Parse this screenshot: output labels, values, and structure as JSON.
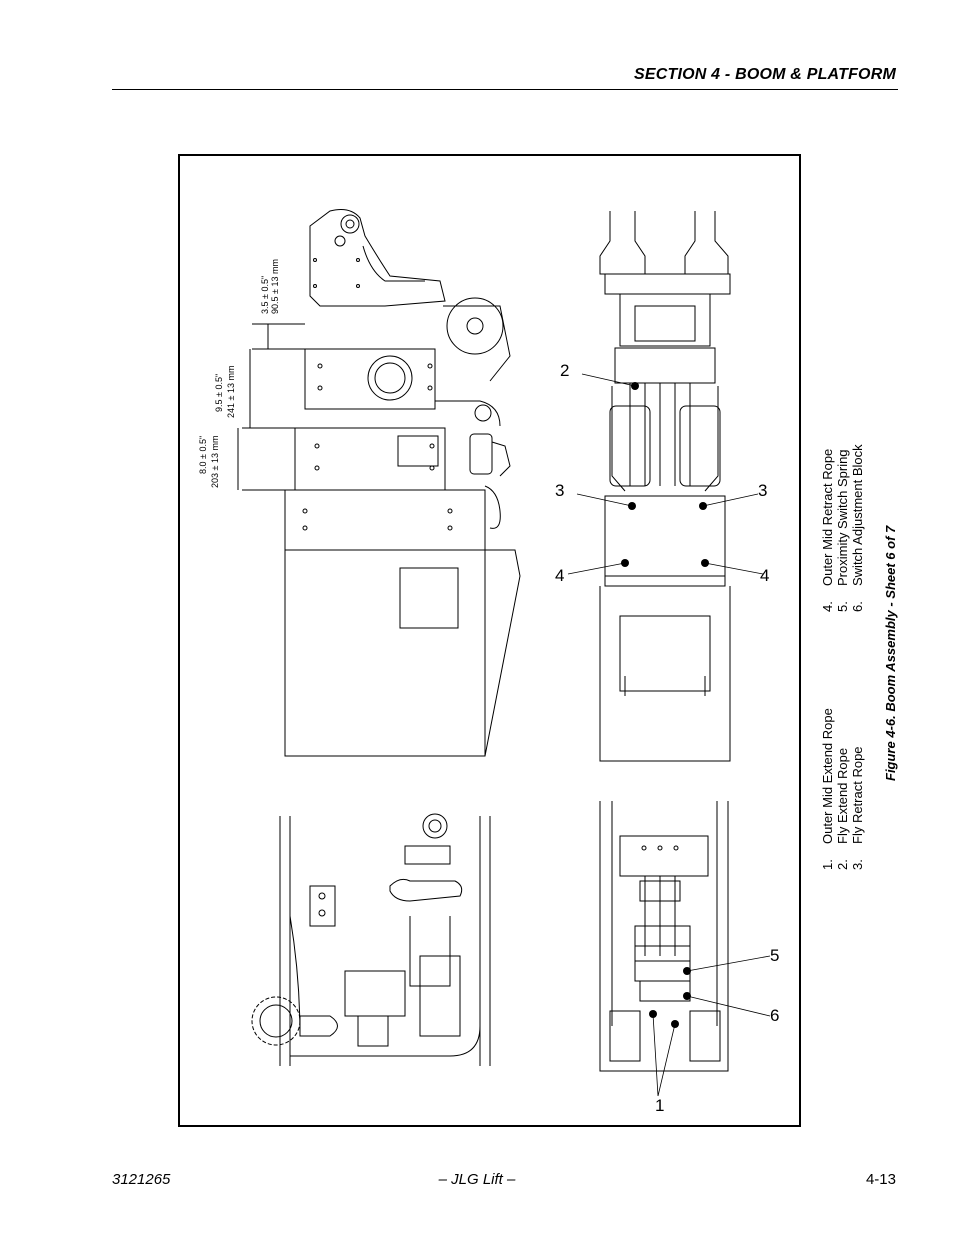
{
  "header": {
    "section_title": "SECTION 4 - BOOM & PLATFORM"
  },
  "figure": {
    "caption": "Figure 4-6.  Boom Assembly - Sheet 6 of 7",
    "legend": [
      {
        "num": "1.",
        "label": "Outer Mid Extend Rope"
      },
      {
        "num": "2.",
        "label": "Fly Extend Rope"
      },
      {
        "num": "3.",
        "label": "Fly Retract Rope"
      },
      {
        "num": "4.",
        "label": "Outer Mid Retract Rope"
      },
      {
        "num": "5.",
        "label": "Proximity Switch Spring"
      },
      {
        "num": "6.",
        "label": "Switch Adjustment Block"
      }
    ],
    "dimensions": [
      {
        "in": "3.5 ± 0.5\"",
        "mm": "90.5 ± 13 mm"
      },
      {
        "in": "9.5 ± 0.5\"",
        "mm": "241 ± 13 mm"
      },
      {
        "in": "8.0 ± 0.5\"",
        "mm": "203 ± 13 mm"
      }
    ],
    "callouts": [
      "1",
      "2",
      "3",
      "3",
      "4",
      "4",
      "5",
      "6"
    ]
  },
  "footer": {
    "doc_number": "3121265",
    "publisher": "– JLG Lift –",
    "page_number": "4-13"
  }
}
